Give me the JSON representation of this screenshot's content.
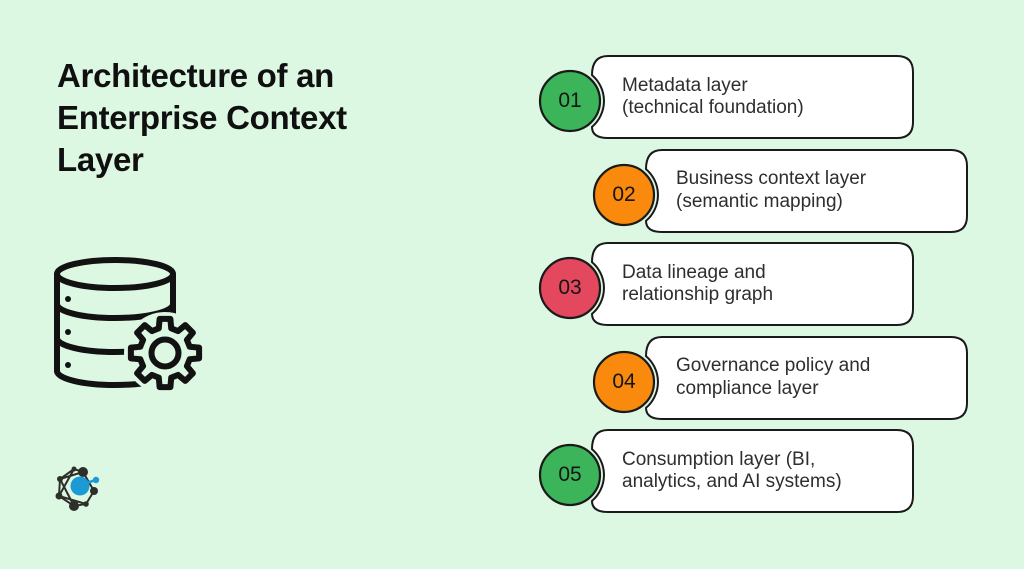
{
  "title": "Architecture of an\nEnterprise Context\nLayer",
  "colors": {
    "background": "#DCF8E3",
    "box_fill": "#FFFFFF",
    "outline": "#1A1A1A",
    "green": "#3BB45A",
    "orange": "#F98A0D",
    "red": "#E4485E",
    "logo_blue": "#1B9AD4"
  },
  "icons": {
    "left_illustration": "database-with-gear-icon",
    "bottom_left": "network-graph-logo"
  },
  "items": [
    {
      "number": "01",
      "line1": "Metadata layer",
      "line2": "(technical foundation)",
      "color": "#3BB45A"
    },
    {
      "number": "02",
      "line1": "Business context layer",
      "line2": "(semantic mapping)",
      "color": "#F98A0D"
    },
    {
      "number": "03",
      "line1": "Data lineage and",
      "line2": "relationship graph",
      "color": "#E4485E"
    },
    {
      "number": "04",
      "line1": "Governance policy and",
      "line2": "compliance layer",
      "color": "#F98A0D"
    },
    {
      "number": "05",
      "line1": "Consumption layer (BI,",
      "line2": "analytics, and AI systems)",
      "color": "#3BB45A"
    }
  ]
}
